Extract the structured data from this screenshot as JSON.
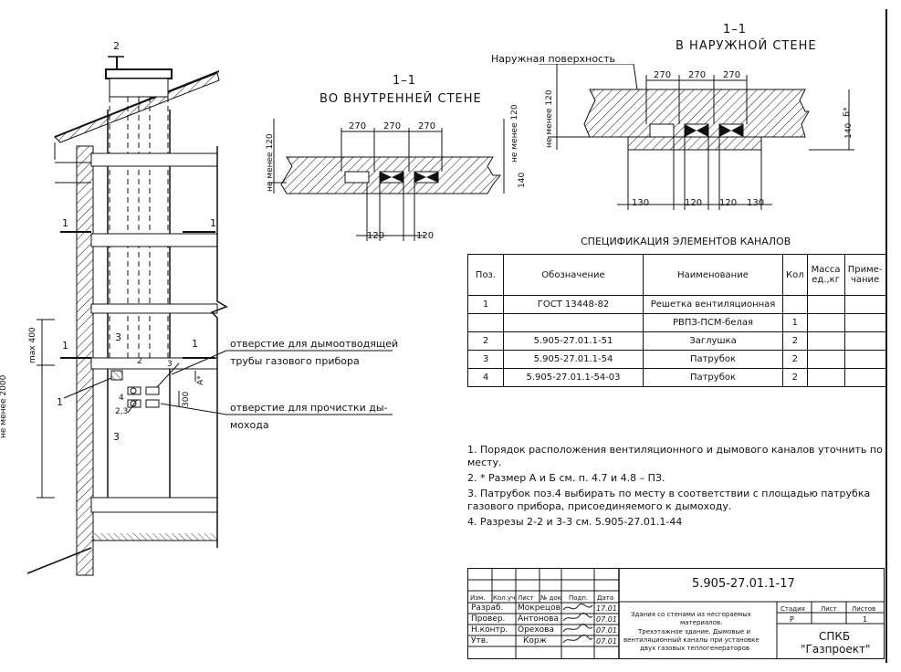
{
  "sections": {
    "inner": {
      "title": "1–1",
      "subtitle": "ВО ВНУТРЕННЕЙ СТЕНЕ",
      "dims_top": [
        "270",
        "270",
        "270"
      ],
      "dims_bottom": [
        "120",
        "120"
      ],
      "side_dim": "не менее 120",
      "thickness": "140"
    },
    "outer": {
      "title": "1–1",
      "subtitle": "В НАРУЖНОЙ СТЕНЕ",
      "surface_label": "Наружная поверхность",
      "dims_top": [
        "270",
        "270",
        "270"
      ],
      "dims_bottom": [
        "130",
        "120",
        "120",
        "130"
      ],
      "side_dim": "не менее 120",
      "thickness": "140",
      "b_mark": "Б*"
    }
  },
  "elevation": {
    "cut_marks": [
      "2",
      "1",
      "1",
      "1",
      "1",
      "3"
    ],
    "callouts": [
      "1",
      "2,3",
      "3",
      "4",
      "2",
      "3"
    ],
    "dims": [
      "не менее 2000",
      "max 400",
      "А*",
      "300"
    ],
    "flue_label_line1": "отверстие для дымоотводящей",
    "flue_label_line2": "трубы газового прибора",
    "clean_label_line1": "отверстие для прочистки ды-",
    "clean_label_line2": "мохода"
  },
  "spec": {
    "title": "СПЕЦИФИКАЦИЯ ЭЛЕМЕНТОВ КАНАЛОВ",
    "headers": [
      "Поз.",
      "Обозначение",
      "Наименование",
      "Кол",
      "Масса ед.,кг",
      "Приме- чание"
    ],
    "rows": [
      [
        "1",
        "ГОСТ 13448-82",
        "Решетка вентиляционная",
        "",
        "",
        ""
      ],
      [
        "",
        "",
        "РВПЗ-ПСМ-белая",
        "1",
        "",
        ""
      ],
      [
        "2",
        "5.905-27.01.1-51",
        "Заглушка",
        "2",
        "",
        ""
      ],
      [
        "3",
        "5.905-27.01.1-54",
        "Патрубок",
        "2",
        "",
        ""
      ],
      [
        "4",
        "5.905-27.01.1-54-03",
        "Патрубок",
        "2",
        "",
        ""
      ]
    ]
  },
  "notes": [
    "1. Порядок расположения вентиляционного и дымового каналов уточнить по месту.",
    "2. * Размер А и Б см. п. 4.7 и 4.8 – ПЗ.",
    "3. Патрубок поз.4 выбирать по месту в соответствии с площадью патрубка газового прибора, присоединяемого к дымоходу.",
    "4. Разрезы 2-2 и 3-3 см. 5.905-27.01.1-44"
  ],
  "stamp": {
    "code": "5.905-27.01.1-17",
    "col_headers": [
      "Изм.",
      "Кол.уч",
      "Лист",
      "№ док",
      "Подп.",
      "Дата"
    ],
    "people": [
      {
        "role": "Разраб.",
        "name": "Мокрецов",
        "date": "17.01"
      },
      {
        "role": "Провер.",
        "name": "Антонова",
        "date": "07.01"
      },
      {
        "role": "Н.контр.",
        "name": "Орехова",
        "date": "07.01"
      },
      {
        "role": "Утв.",
        "name": "Корж",
        "date": "07.01"
      }
    ],
    "desc_line1": "Здания со стенами из несгораемых",
    "desc_line2": "материалов.",
    "desc_line3": "Трехэтажное здание. Дымовые и",
    "desc_line4": "вентиляционный каналы при установке",
    "desc_line5": "двух газовых теплогенераторов",
    "stage_headers": [
      "Стадия",
      "Лист",
      "Листов"
    ],
    "stage": "Р",
    "sheet": "",
    "sheets": "1",
    "org_line1": "СПКБ",
    "org_line2": "\"Газпроект\""
  }
}
